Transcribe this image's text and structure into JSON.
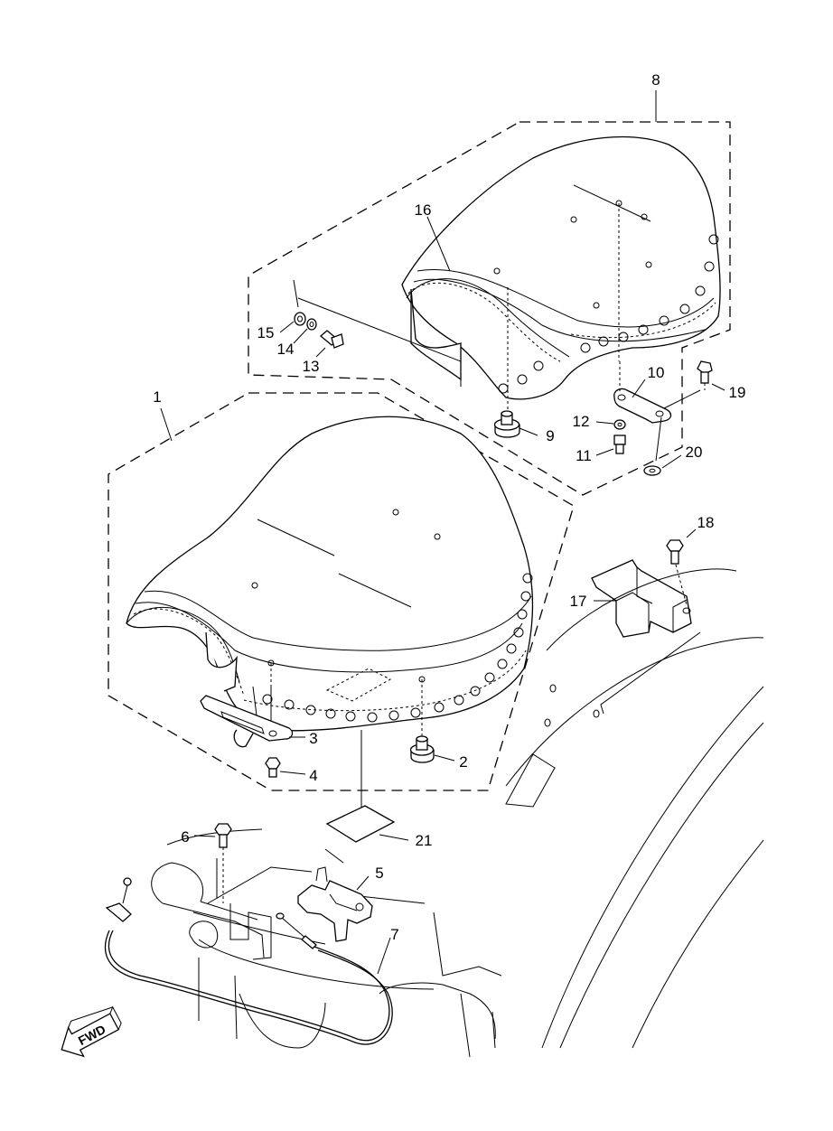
{
  "callouts": [
    {
      "id": "c1",
      "label": "1"
    },
    {
      "id": "c2",
      "label": "2"
    },
    {
      "id": "c3",
      "label": "3"
    },
    {
      "id": "c4",
      "label": "4"
    },
    {
      "id": "c5",
      "label": "5"
    },
    {
      "id": "c6",
      "label": "6"
    },
    {
      "id": "c7",
      "label": "7"
    },
    {
      "id": "c8",
      "label": "8"
    },
    {
      "id": "c9",
      "label": "9"
    },
    {
      "id": "c10",
      "label": "10"
    },
    {
      "id": "c11",
      "label": "11"
    },
    {
      "id": "c12",
      "label": "12"
    },
    {
      "id": "c13",
      "label": "13"
    },
    {
      "id": "c14",
      "label": "14"
    },
    {
      "id": "c15",
      "label": "15"
    },
    {
      "id": "c16",
      "label": "16"
    },
    {
      "id": "c17",
      "label": "17"
    },
    {
      "id": "c18",
      "label": "18"
    },
    {
      "id": "c19",
      "label": "19"
    },
    {
      "id": "c20",
      "label": "20"
    },
    {
      "id": "c21",
      "label": "21"
    }
  ],
  "direction_badge": {
    "label": "FWD",
    "icon": "forward-arrow-icon"
  }
}
